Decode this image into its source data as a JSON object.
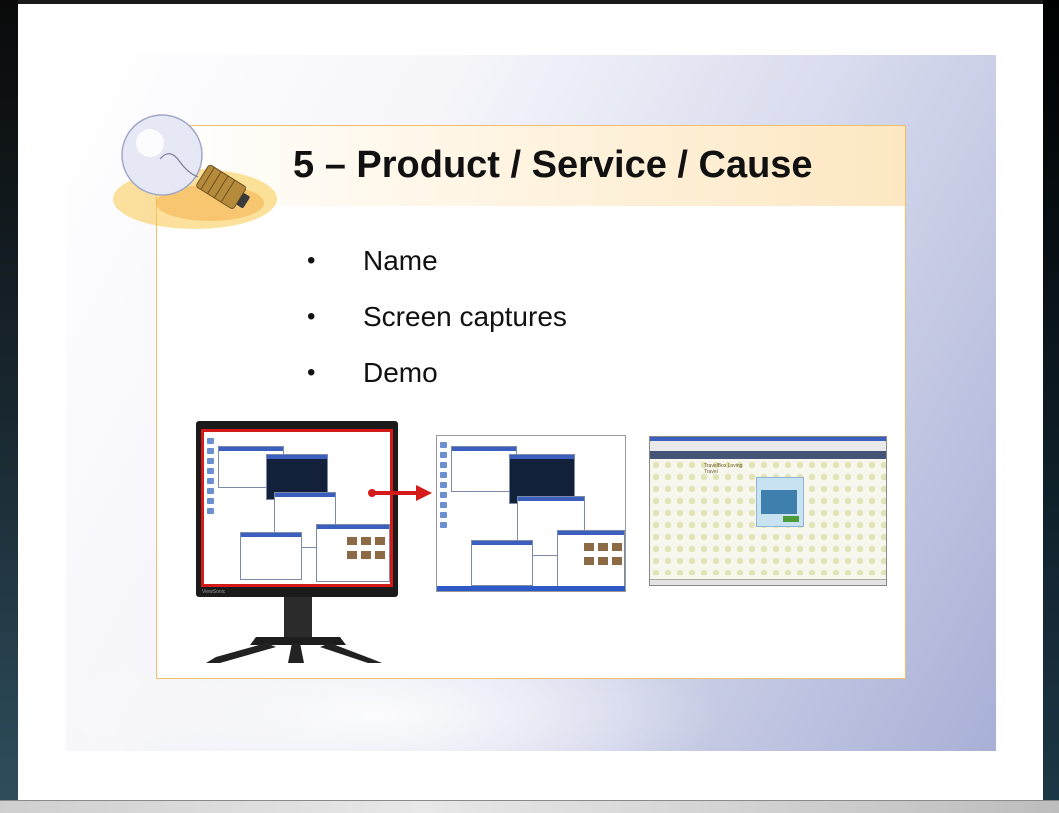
{
  "slide": {
    "title": "5 – Product / Service / Cause",
    "bullets": [
      "Name",
      "Screen captures",
      "Demo"
    ]
  },
  "images": {
    "monitor_brand": "ViewSonic",
    "website_logo_text": "TravelBox Loving Travel"
  },
  "icons": {
    "lightbulb": "lightbulb-icon",
    "arrow": "arrow-right-icon"
  },
  "colors": {
    "content_border": "#f2be6a",
    "title_band": "#fde7c2",
    "monitor_highlight": "#d51a1a",
    "arrow": "#d51a1a",
    "background_gradient_end": "#a9b0d6"
  }
}
